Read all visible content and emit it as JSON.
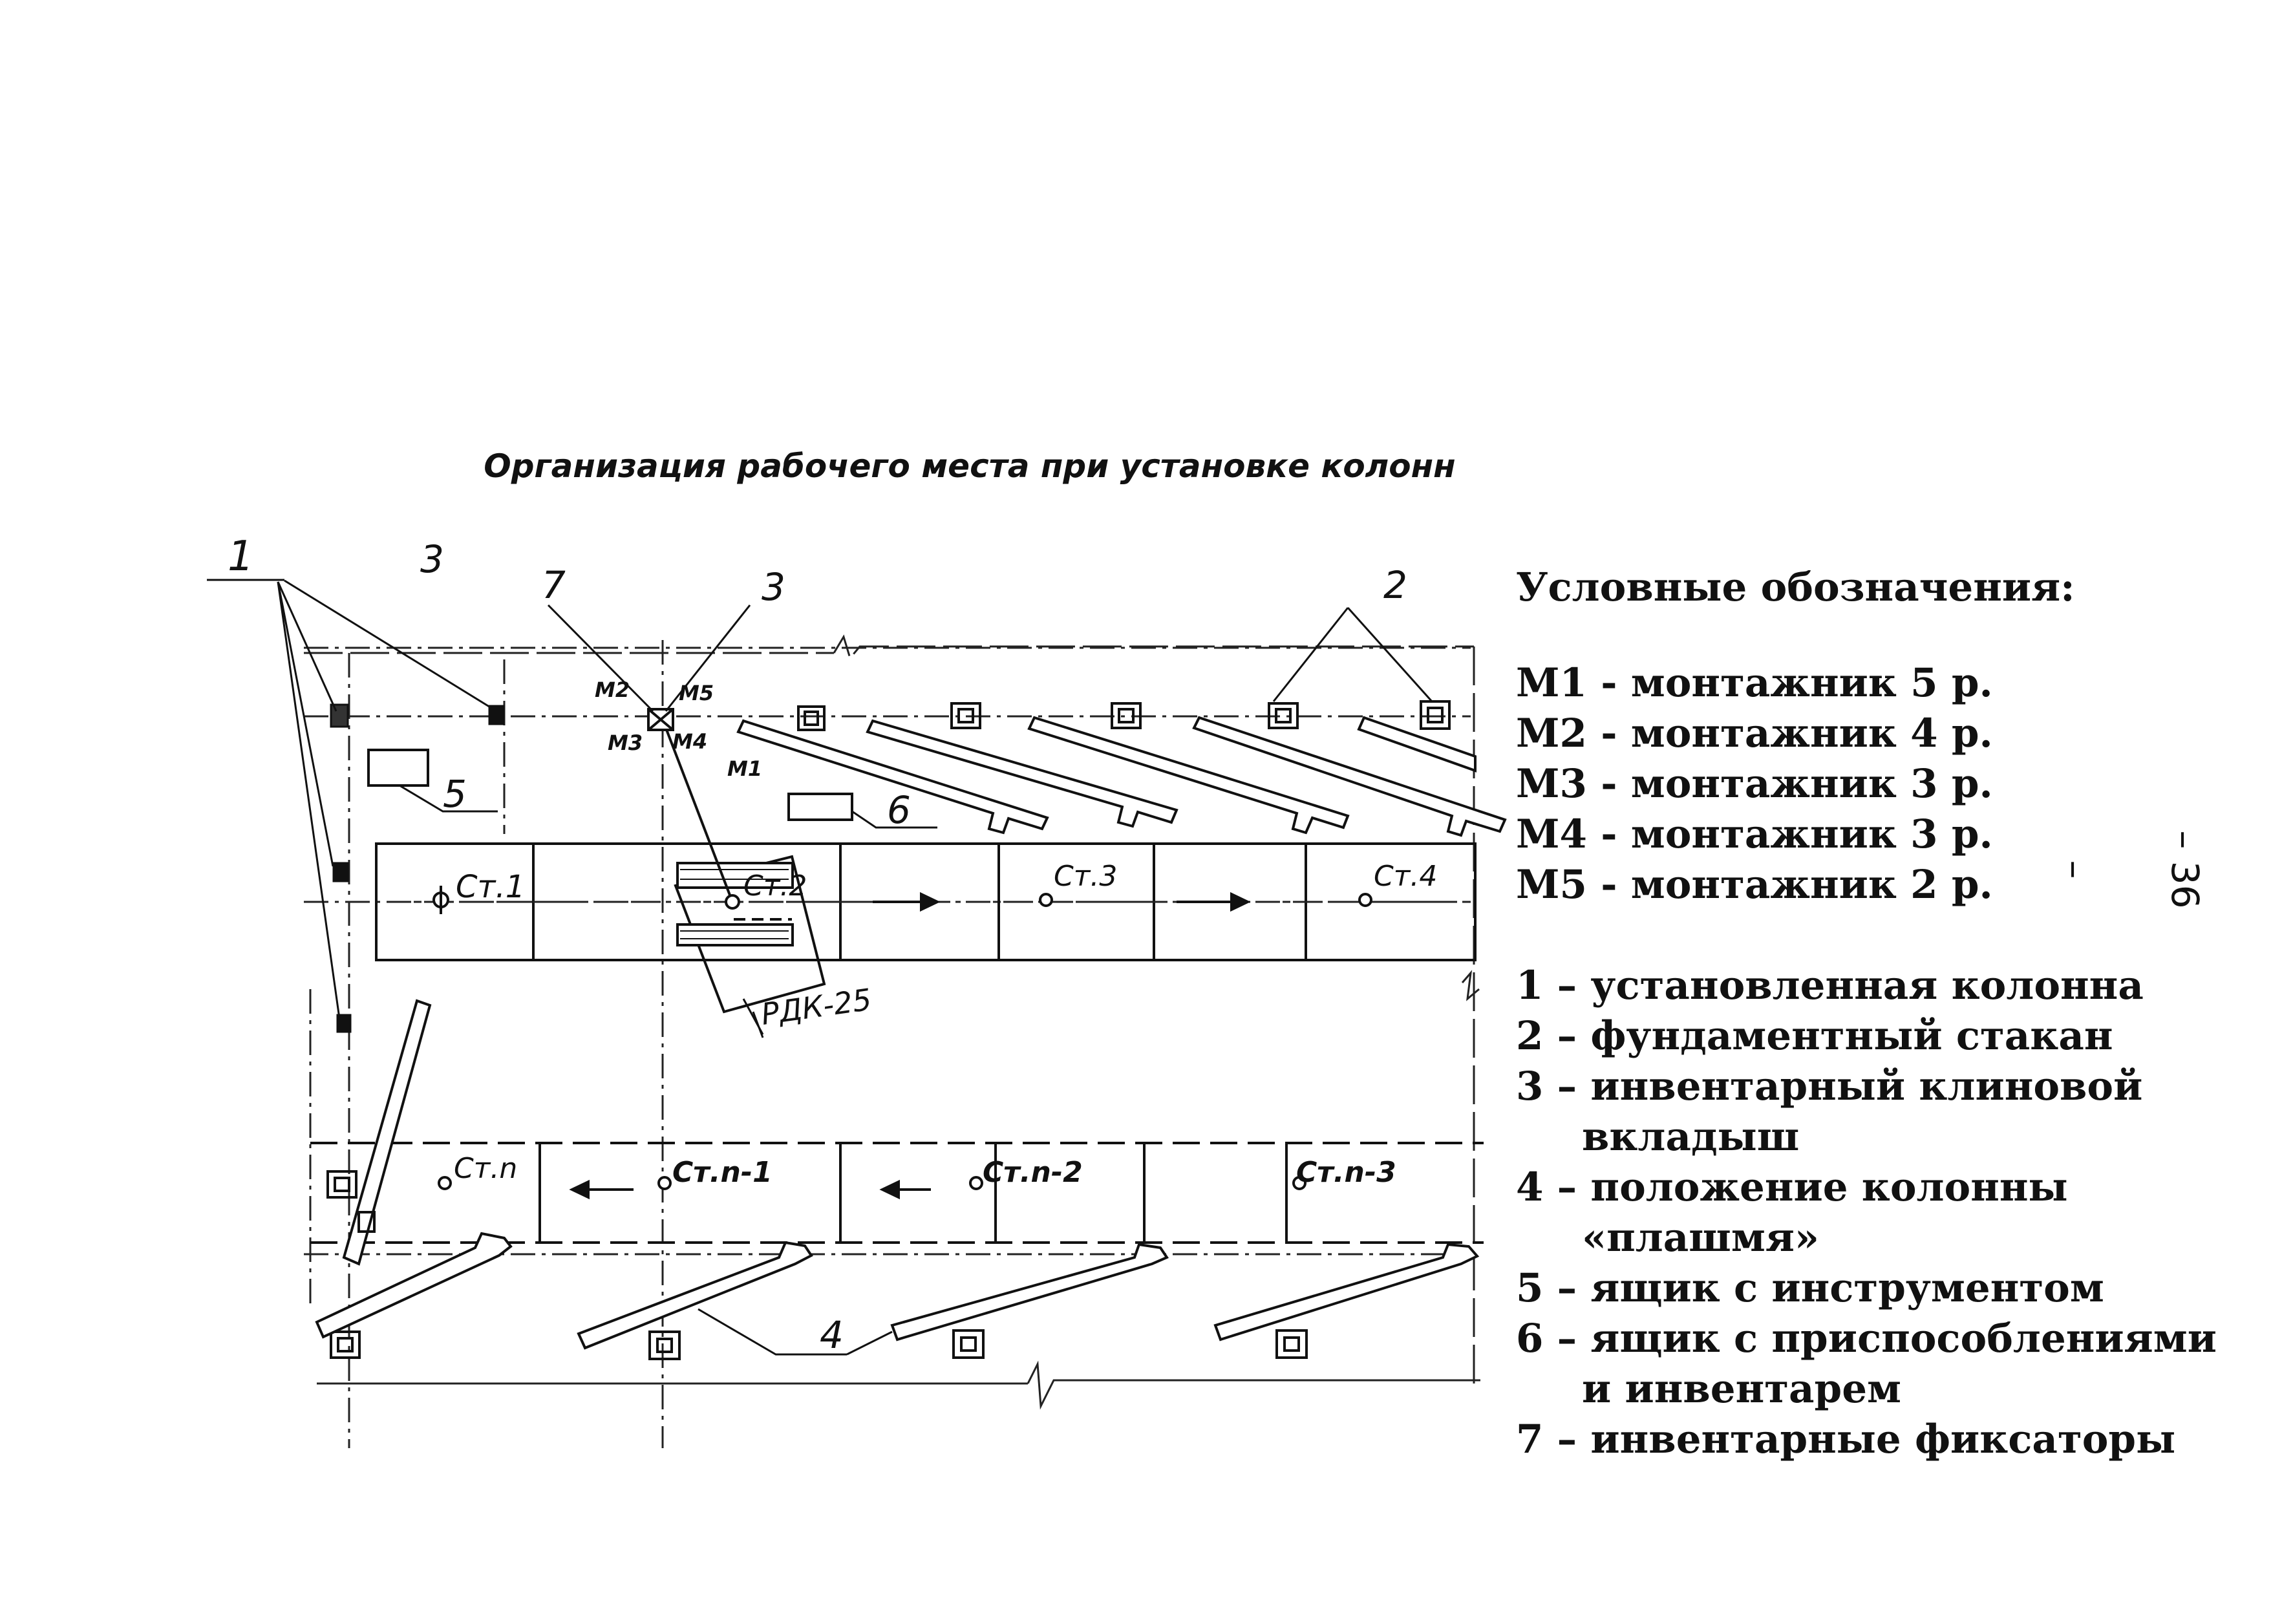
{
  "diagram": {
    "title": "Организация рабочего места при установке колонн",
    "callouts": {
      "c1": "1",
      "c3_left": "3",
      "c7": "7",
      "c3_right": "3",
      "c2": "2",
      "c5": "5",
      "c6": "6",
      "c4": "4"
    },
    "workers": {
      "m1": "М1",
      "m2": "М2",
      "m3": "М3",
      "m4": "М4",
      "m5": "М5"
    },
    "stations_top": [
      "Ст.1",
      "Ст.2",
      "Ст.3",
      "Ст.4"
    ],
    "stations_bottom": [
      "Ст.n",
      "Ст.n-1",
      "Ст.n-2",
      "Ст.n-3"
    ],
    "crane": "РДК-25"
  },
  "legend": {
    "heading": "Условные обозначения:",
    "workers": [
      "М1 - монтажник  5 р.",
      "М2 -  монтажник 4 р.",
      "М3 - монтажник  3 р.",
      "М4 -  монтажник 3 р.",
      "М5 - монтажник  2 р."
    ],
    "items": [
      {
        "lines": [
          "1 – установленная колонна"
        ]
      },
      {
        "lines": [
          "2 – фундаментный стакан"
        ]
      },
      {
        "lines": [
          "3 – инвентарный клиновой",
          "вкладыш"
        ]
      },
      {
        "lines": [
          "4 – положение колонны",
          "«плашмя»"
        ]
      },
      {
        "lines": [
          "5 – ящик с инструментом"
        ]
      },
      {
        "lines": [
          "6 – ящик с приспособлениями",
          "и инвентарем"
        ]
      },
      {
        "lines": [
          "7 – инвентарные фиксаторы"
        ]
      }
    ]
  },
  "page_number": "– 36 –"
}
